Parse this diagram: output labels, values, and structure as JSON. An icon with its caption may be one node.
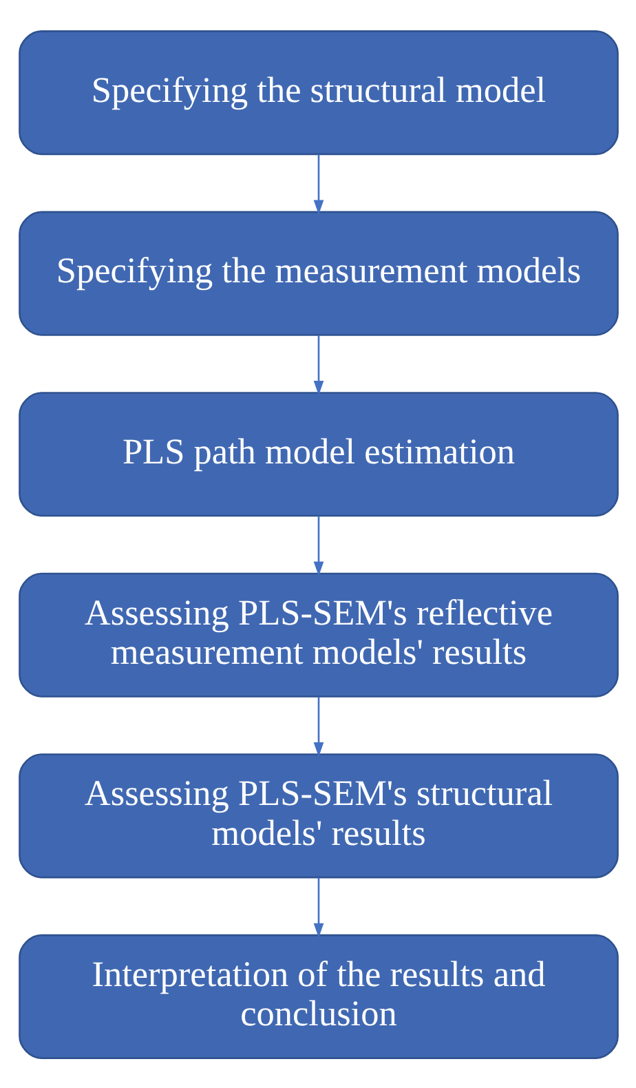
{
  "diagram": {
    "nodes": [
      {
        "text": [
          "Specifying the structural model"
        ]
      },
      {
        "text": [
          "Specifying the measurement models"
        ]
      },
      {
        "text": [
          "PLS path model estimation"
        ]
      },
      {
        "text": [
          "Assessing PLS-SEM's reflective measurement models' results"
        ]
      },
      {
        "text": [
          "Assessing PLS-SEM's structural models' results"
        ]
      },
      {
        "text": [
          "Interpretation of the results and conclusion"
        ]
      }
    ],
    "edges": [
      {
        "from": 0,
        "to": 1,
        "arrow": "to"
      },
      {
        "from": 1,
        "to": 2,
        "arrow": "to"
      },
      {
        "from": 2,
        "to": 3,
        "arrow": "to"
      },
      {
        "from": 3,
        "to": 4,
        "arrow": "to"
      },
      {
        "from": 4,
        "to": 5,
        "arrow": "to"
      }
    ]
  }
}
